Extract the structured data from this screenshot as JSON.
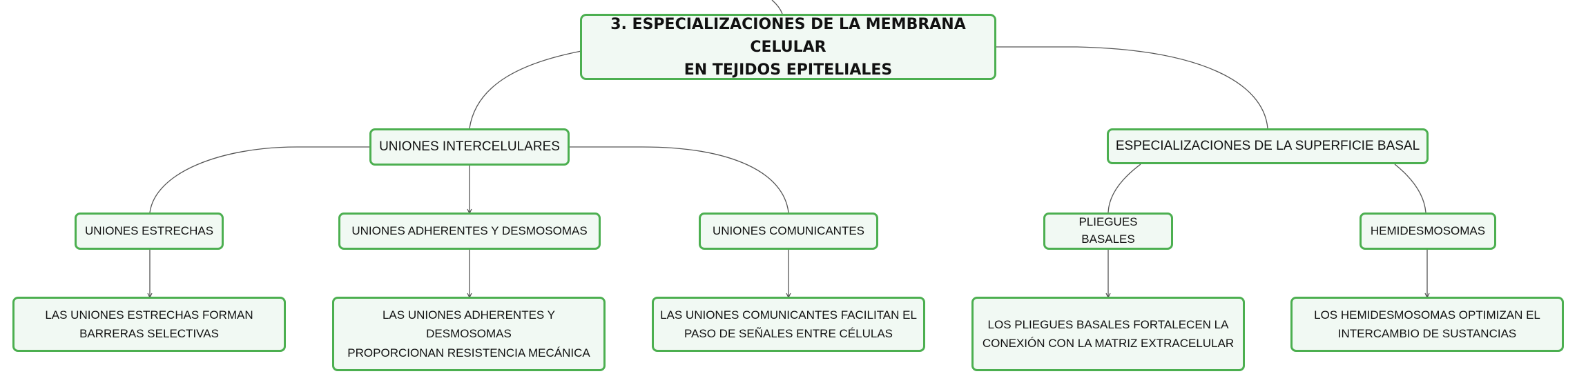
{
  "colors": {
    "node_border": "#4caf50",
    "node_fill": "#f1f9f3",
    "connector": "#555555",
    "text": "#111111"
  },
  "root": {
    "line1": "3. ESPECIALIZACIONES DE LA MEMBRANA CELULAR",
    "line2": "EN TEJIDOS EPITELIALES"
  },
  "branches": {
    "intercellular": {
      "label": "UNIONES INTERCELULARES",
      "children": {
        "tight": {
          "label": "UNIONES ESTRECHAS",
          "detail": {
            "line1": "LAS UNIONES ESTRECHAS FORMAN",
            "line2": "BARRERAS SELECTIVAS"
          }
        },
        "adherens": {
          "label": "UNIONES ADHERENTES Y DESMOSOMAS",
          "detail": {
            "line1": "LAS UNIONES ADHERENTES Y DESMOSOMAS",
            "line2": "PROPORCIONAN RESISTENCIA MECÁNICA"
          }
        },
        "gap": {
          "label": "UNIONES COMUNICANTES",
          "detail": {
            "line1": "LAS UNIONES COMUNICANTES FACILITAN EL",
            "line2": "PASO DE SEÑALES ENTRE CÉLULAS"
          }
        }
      }
    },
    "basal": {
      "label": "ESPECIALIZACIONES DE LA SUPERFICIE BASAL",
      "children": {
        "folds": {
          "label": "PLIEGUES BASALES",
          "detail": {
            "line1": "LOS PLIEGUES BASALES FORTALECEN LA",
            "line2": "CONEXIÓN CON LA MATRIZ EXTRACELULAR"
          }
        },
        "hemi": {
          "label": "HEMIDESMOSOMAS",
          "detail": {
            "line1": "LOS HEMIDESMOSOMAS OPTIMIZAN EL",
            "line2": "INTERCAMBIO DE SUSTANCIAS"
          }
        }
      }
    }
  }
}
